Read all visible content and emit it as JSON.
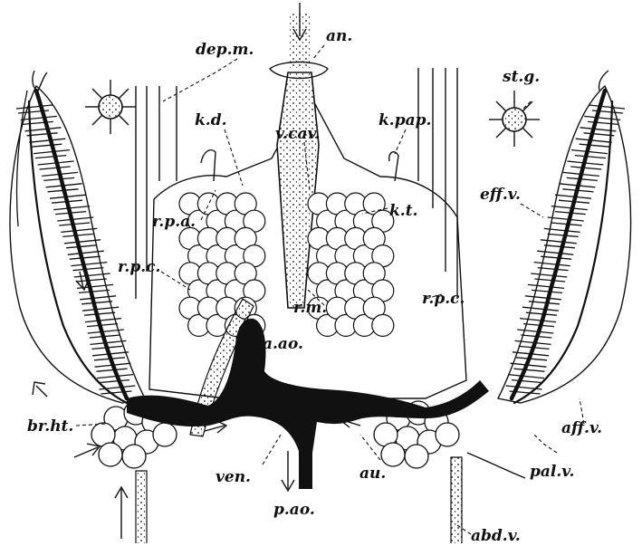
{
  "figure": {
    "labels": {
      "an": "an.",
      "dep_m": "dep.m.",
      "st_g": "st.g.",
      "k_d": "k.d.",
      "v_cav": "v.cav.",
      "k_pap": "k.pap.",
      "eff_v": "eff.v.",
      "k_t": "k.t.",
      "r_p_a": "r.p.a.",
      "r_p_c_left": "r.p.c.",
      "r_p_c_right": "r.p.c.",
      "r_m": "r.m.",
      "a_ao": "a.ao.",
      "br_ht": "br.ht.",
      "ven": "ven.",
      "p_ao": "p.ao.",
      "au": "au.",
      "pal_v": "pal.v.",
      "aff_v": "aff.v.",
      "abd_v": "abd.v."
    }
  }
}
